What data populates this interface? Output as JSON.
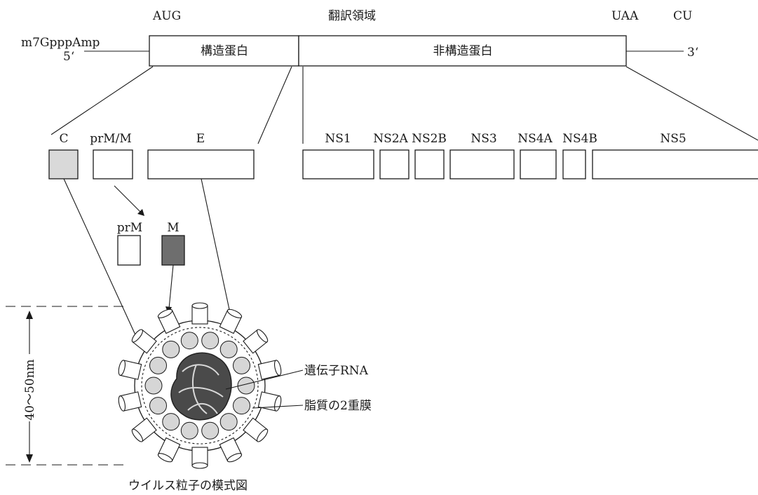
{
  "genome": {
    "cap_label": "m7GpppAmp",
    "five_prime": "5‘",
    "three_prime": "3‘",
    "start_codon": "AUG",
    "coding_region": "翻訳領域",
    "stop_codon": "UAA",
    "three_end": "CU",
    "structural": "構造蛋白",
    "nonstructural": "非構造蛋白"
  },
  "proteins": {
    "structural": [
      {
        "id": "c",
        "label": "C",
        "fill": "#d9d9d9"
      },
      {
        "id": "prm-m",
        "label": "prM/M",
        "fill": "#ffffff"
      },
      {
        "id": "e",
        "label": "E",
        "fill": "#ffffff"
      }
    ],
    "nonstructural": [
      {
        "id": "ns1",
        "label": "NS1"
      },
      {
        "id": "ns2a",
        "label": "NS2A"
      },
      {
        "id": "ns2b",
        "label": "NS2B"
      },
      {
        "id": "ns3",
        "label": "NS3"
      },
      {
        "id": "ns4a",
        "label": "NS4A"
      },
      {
        "id": "ns4b",
        "label": "NS4B"
      },
      {
        "id": "ns5",
        "label": "NS5"
      }
    ],
    "cleavage": {
      "prm": "prM",
      "m": "M",
      "m_fill": "#6e6e6e"
    }
  },
  "virion": {
    "size": "40～50nm",
    "rna_label": "遺伝子RNA",
    "membrane_label": "脂質の2重膜",
    "caption": "ウイルス粒子の模式図",
    "rna_color": "#4a4a4a",
    "capsid_color": "#d6d6d6"
  }
}
